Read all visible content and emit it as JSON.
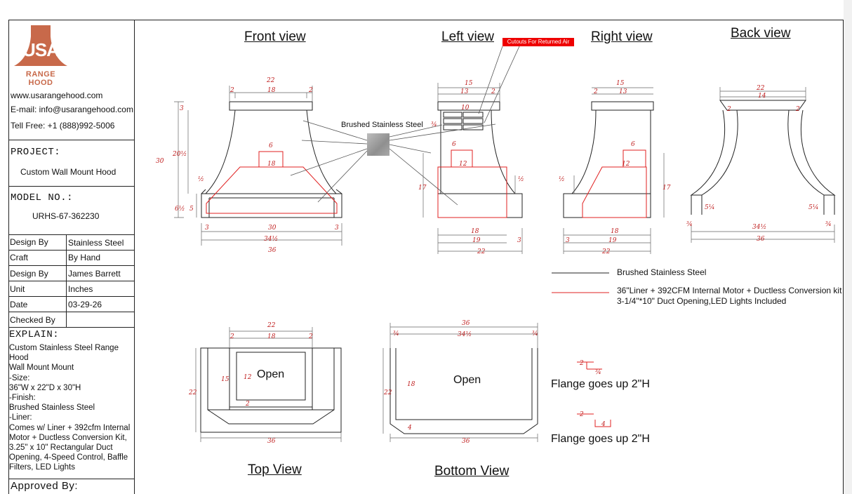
{
  "company": {
    "logo_text": "USA",
    "logo_sub": "RANGE HOOD",
    "website": "www.usarangehood.com",
    "email": "E-mail: info@usarangehood.com",
    "phone": "Tell Free: +1 (888)992-5006"
  },
  "project": {
    "label": "PROJECT:",
    "value": "Custom Wall Mount Hood"
  },
  "model": {
    "label": "MODEL NO.:",
    "value": "URHS-67-362230"
  },
  "specs": [
    {
      "k": "Design By",
      "v": "Stainless Steel"
    },
    {
      "k": "Craft",
      "v": "By Hand"
    },
    {
      "k": "Design By",
      "v": "James Barrett"
    },
    {
      "k": "Unit",
      "v": "Inches"
    },
    {
      "k": "Date",
      "v": "03-29-26"
    },
    {
      "k": "Checked By",
      "v": ""
    }
  ],
  "explain": {
    "label": "EXPLAIN:",
    "lines": [
      "Custom Stainless Steel Range",
      "Hood",
      "Wall Mount Mount",
      "-Size:",
      "36\"W x 22\"D x 30\"H",
      "-Finish:",
      "Brushed Stainless Steel",
      "-Liner:",
      "Comes w/ Liner + 392cfm Internal",
      "Motor + Ductless Conversion Kit,",
      "3.25\" x 10\" Rectangular Duct",
      "Opening, 4-Speed Control, Baffle",
      "Filters, LED Lights"
    ]
  },
  "approved": "Approved By:",
  "views": {
    "front": "Front view",
    "left": "Left view",
    "right": "Right view",
    "back": "Back view",
    "top": "Top View",
    "bottom": "Bottom View"
  },
  "callouts": {
    "returned_air": "Cutouts For Returned Air",
    "material": "Brushed Stainless Steel",
    "open_top": "Open",
    "open_bottom": "Open",
    "flange1": "Flange goes up 2\"H",
    "flange2": "Flange goes up 2\"H"
  },
  "legend": {
    "black": "Brushed Stainless Steel",
    "red_line1": "36\"Liner + 392CFM Internal Motor + Ductless Conversion kit",
    "red_line2": "3-1/4\"*10\" Duct Opening,LED Lights Included"
  },
  "colors": {
    "logo": "#c8694a",
    "accent_red": "#e02020",
    "line": "#222222"
  },
  "dims": {
    "front": [
      "22",
      "18",
      "2",
      "2",
      "3",
      "30",
      "20½",
      "½",
      "6½",
      "5",
      "6",
      "18",
      "3",
      "30",
      "3",
      "34½",
      "36"
    ],
    "left": [
      "15",
      "13",
      "2",
      "10",
      "¾",
      "6",
      "12",
      "17",
      "½",
      "18",
      "19",
      "22",
      "3"
    ],
    "right": [
      "15",
      "13",
      "2",
      "6",
      "12",
      "17",
      "½",
      "18",
      "19",
      "22",
      "3"
    ],
    "back": [
      "22",
      "14",
      "2",
      "2",
      "5¼",
      "5¼",
      "¾",
      "34½",
      "¾",
      "36"
    ],
    "top": [
      "22",
      "18",
      "2",
      "2",
      "15",
      "12",
      "22",
      "2",
      "36"
    ],
    "bottom": [
      "36",
      "34½",
      "¾",
      "¾",
      "18",
      "22",
      "4",
      "36"
    ],
    "flange": [
      "2",
      "¾",
      "2",
      "4"
    ]
  }
}
